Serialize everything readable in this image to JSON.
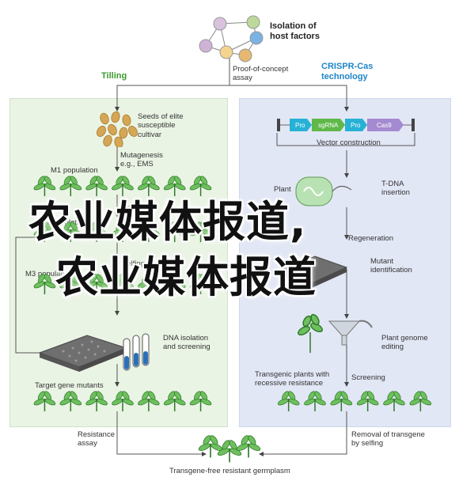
{
  "top": {
    "title_line1": "Isolation of",
    "title_line2": "host factors",
    "proof_line1": "Proof-of-concept",
    "proof_line2": "assay",
    "node_colors": [
      "#cfb3d6",
      "#bcd99a",
      "#d9c2de",
      "#7ab2e3",
      "#f4d58d",
      "#e6b872"
    ]
  },
  "left": {
    "title": "Tilling",
    "seeds_line1": "Seeds of elite",
    "seeds_line2": "susceptible",
    "seeds_line3": "cultivar",
    "mutagenesis_line1": "Mutagenesis",
    "mutagenesis_line2": "e.g., EMS",
    "m1": "M1 population",
    "m2": "M2 population",
    "m3": "M3 population",
    "selfing": "Selfing",
    "dna_line1": "DNA isolation",
    "dna_line2": "and screening",
    "target": "Target gene mutants",
    "resistance_line1": "Resistance",
    "resistance_line2": "assay"
  },
  "right": {
    "title_line1": "CRISPR-Cas",
    "title_line2": "technology",
    "construct_items": [
      "Pro",
      "sgRNA",
      "Pro",
      "Cas9"
    ],
    "vector": "Vector construction",
    "tdna_line1": "T-DNA",
    "tdna_line2": "insertion",
    "plant": "Plant",
    "regeneration": "Regeneration",
    "mutant_line1": "Mutant",
    "mutant_line2": "identification",
    "genome_line1": "Plant genome",
    "genome_line2": "editing",
    "transgenic_line1": "Transgenic plants with",
    "transgenic_line2": "recessive resistance",
    "screening": "Screening",
    "removal_line1": "Removal of transgene",
    "removal_line2": "by selfing"
  },
  "bottom": {
    "germplasm": "Transgene-free resistant germplasm"
  },
  "overlay": {
    "line1": "农业媒体报道,",
    "line2": "农业媒体报道"
  },
  "colors": {
    "tilling_green": "#3c9a2f",
    "crispr_blue": "#1f86c8",
    "construct_cyan": "#27b1d6",
    "construct_green": "#5fb84a",
    "construct_purple": "#a48ad0"
  }
}
